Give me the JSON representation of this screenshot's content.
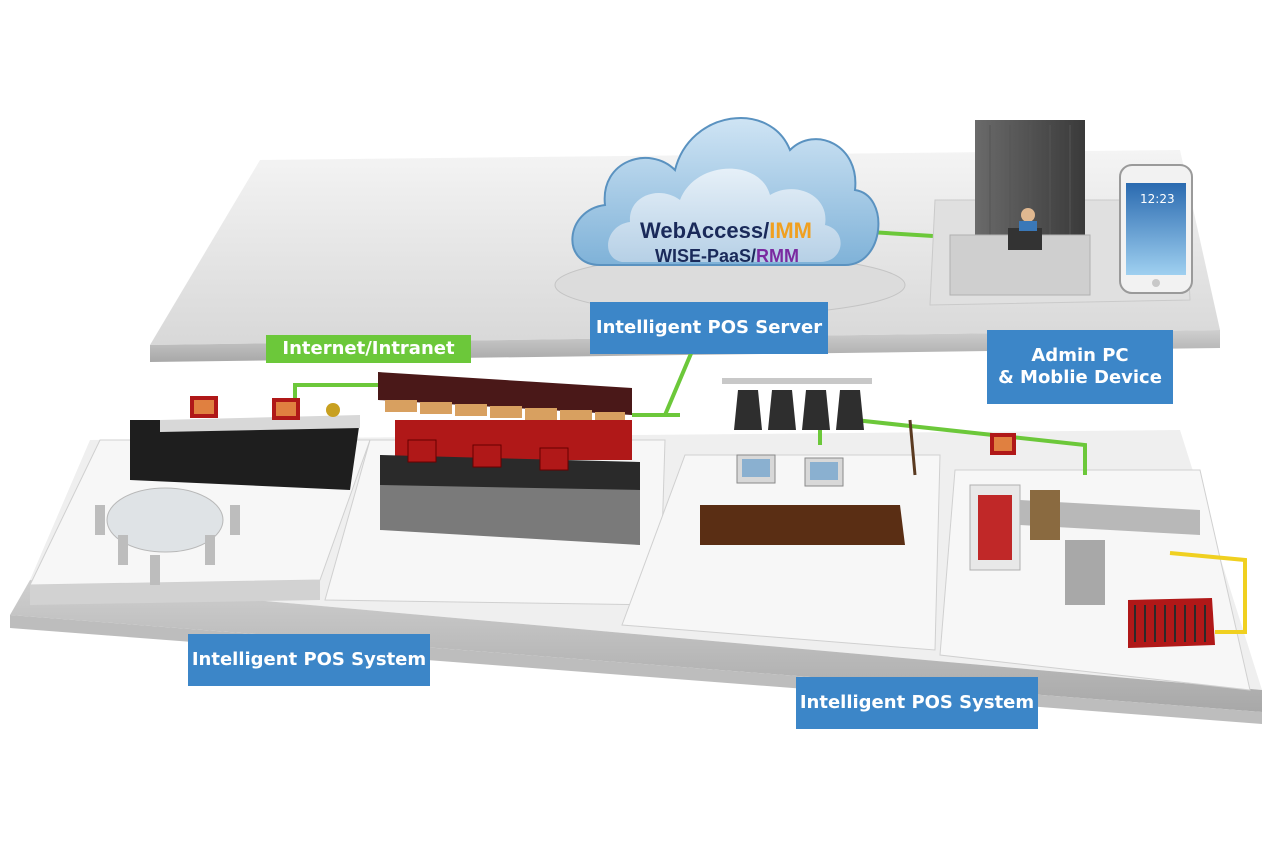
{
  "cloud": {
    "line1_main": "WebAccess/",
    "line1_accent": "IMM",
    "line2_main": "WISE-PaaS/",
    "line2_accent": "RMM",
    "line1_accent_color": "#f0a020",
    "line2_accent_color": "#7a2aa0",
    "text_color": "#1a2a5a"
  },
  "labels": {
    "server": "Intelligent POS  Server",
    "network": "Internet/Intranet",
    "admin_line1": "Admin PC",
    "admin_line2": "& Moblie Device",
    "pos_left": "Intelligent POS  System",
    "pos_right": "Intelligent POS  System"
  },
  "phone": {
    "time": "12:23"
  },
  "colors": {
    "label_blue": "#3c86c8",
    "label_green": "#6cc83a",
    "network_line": "#6cc83a",
    "serial_line": "#f0d020",
    "accent_red": "#b01818"
  }
}
